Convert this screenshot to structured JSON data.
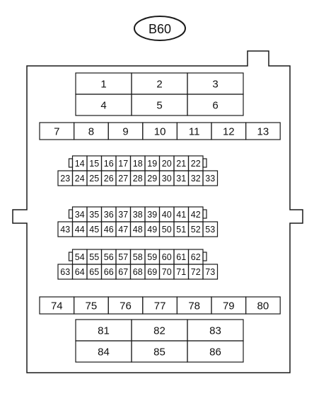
{
  "connector": {
    "label": "B60",
    "outline_color": "#1a1a1a",
    "background": "#ffffff"
  },
  "pins": {
    "top_block": [
      "1",
      "2",
      "3",
      "4",
      "5",
      "6"
    ],
    "row_7_13": [
      "7",
      "8",
      "9",
      "10",
      "11",
      "12",
      "13"
    ],
    "group_a_top": [
      "14",
      "15",
      "16",
      "17",
      "18",
      "19",
      "20",
      "21",
      "22"
    ],
    "group_a_bottom": [
      "23",
      "24",
      "25",
      "26",
      "27",
      "28",
      "29",
      "30",
      "31",
      "32",
      "33"
    ],
    "group_b_top": [
      "34",
      "35",
      "36",
      "37",
      "38",
      "39",
      "40",
      "41",
      "42"
    ],
    "group_b_bottom": [
      "43",
      "44",
      "45",
      "46",
      "47",
      "48",
      "49",
      "50",
      "51",
      "52",
      "53"
    ],
    "group_c_top": [
      "54",
      "55",
      "56",
      "57",
      "58",
      "59",
      "60",
      "61",
      "62"
    ],
    "group_c_bottom": [
      "63",
      "64",
      "65",
      "66",
      "67",
      "68",
      "69",
      "70",
      "71",
      "72",
      "73"
    ],
    "row_74_80": [
      "74",
      "75",
      "76",
      "77",
      "78",
      "79",
      "80"
    ],
    "bottom_block": [
      "81",
      "82",
      "83",
      "84",
      "85",
      "86"
    ]
  }
}
